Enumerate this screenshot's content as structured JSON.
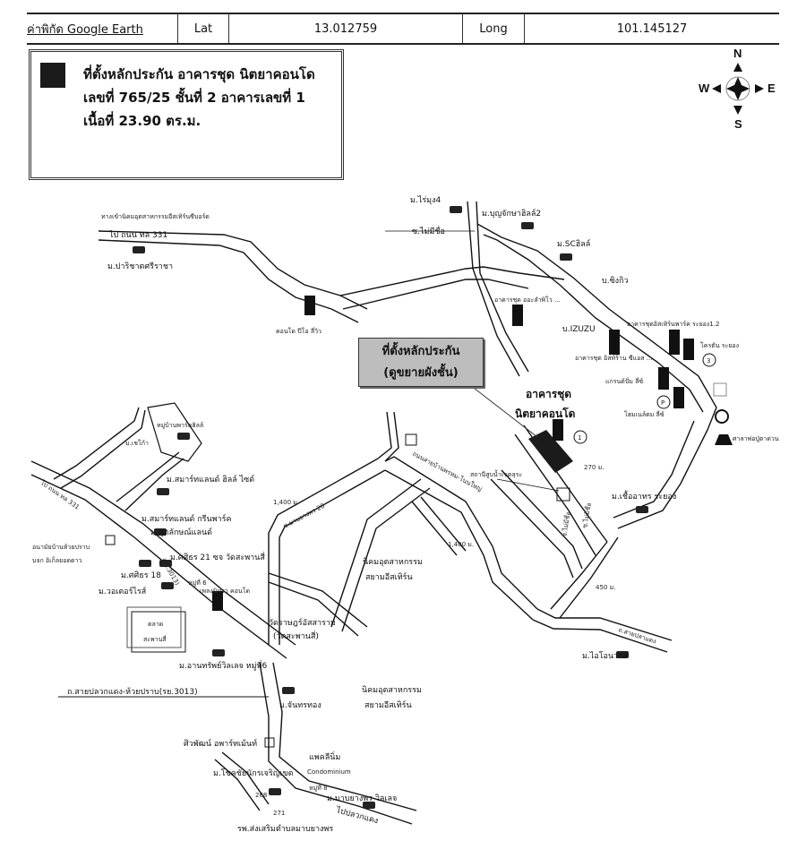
{
  "header": {
    "title": "ค่าพิกัด Google Earth",
    "lat_label": "Lat",
    "lat_value": "13.012759",
    "long_label": "Long",
    "long_value": "101.145127"
  },
  "legend": {
    "line1": "ที่ตั้งหลักประกัน อาคารชุด นิตยาคอนโด",
    "line2": "เลขที่ 765/25 ชั้นที่ 2 อาคารเลขที่ 1",
    "line3": "เนื้อที่ 23.90 ตร.ม.",
    "swatch_color": "#1b1b1b"
  },
  "compass": {
    "n": "N",
    "s": "S",
    "e": "E",
    "w": "W"
  },
  "callout": {
    "line1": "ที่ตั้งหลักประกัน",
    "line2": "(ดูขยายผังชั้น)"
  },
  "labels": {
    "road_top_left_dir": "ทางเข้านิคมอุตสาหกรรมอีสเทิร์นซีบอร์ด",
    "road_331_top": "ไป ถนน ทล 331",
    "m_parichat": "ม.ปาริชาตศรีราชา",
    "condo_pio": "คอนโด ปีโอ ลี่วิว",
    "m_raimuang": "ม.ไร่มุง4",
    "soi_maimichue": "ซ.ไม่มีชื่อ",
    "m_boonjarern": "ม.บุญจักษาฮิลล์2",
    "m_schill": "ม.SCฮิลล์",
    "b_singkiw": "บ.ซิงกิว",
    "condo_a": "อาคารชุด ออะลำพิโว ...",
    "m_isuzu": "บ.IZUZU",
    "condo_b": "อาคารชุดอิสเทิร์นพาร์ค ระยอง1.2",
    "condo_c": "อาคารชุด อิสท์ร้าน ซีแอส ...",
    "korat": "โครตัน ระยอง",
    "grand": "แกรนด์ปั่ม ลี่ซ์",
    "home": "โฮมเนล์ตม ลี่ซ์",
    "nittaya_1": "อาคารชุด",
    "nittaya_2": "นิตยาคอนโด",
    "temple_e": "ศาลาพ่อปู่ตาด่วน",
    "m_suriya": "ม.เชื้ออาทร ระยอง",
    "pump": "สถานีสูบน้ำเขตลุระ",
    "soi_a": "ซ.ไม่มีชื่อ",
    "soi_b": "ซ.ไม่มีชื่อ",
    "dist_270": "270 ม.",
    "dist_450": "450 ม.",
    "dist_1400a": "1,400 ม.",
    "dist_1400b": "1,400 ม.",
    "m_tiolive": "ม.ไอโอนวาส",
    "road_bottom_right": "ถ.สายปลาแดง",
    "road_prachabong": "ถนนสายบ้านพรหม-โนนใหญ่",
    "soi_28": "ซ.มาบยางพร 28",
    "estate_1": "นิคมอุตสาหกรรม",
    "estate_1b": "สยามอีสเทิร์น",
    "estate_2": "นิคมอุตสาหกรรม",
    "estate_2b": "สยามอีสเทิร์น",
    "m_park": "หมู่บ้านพาร์คฮิลล์",
    "m_chekao": "ม.เชโก้า",
    "m_smartland1": "ม.สมาร์ทแลนด์ ฮิลล์ ไซด์",
    "m_smartland2": "ม.สมาร์ทแลนด์ กรีนพาร์ค",
    "m_sukkasem": "ม.ศุภลักษณ์แลนด์",
    "road_331_left": "ไป ถนน ทล 331",
    "hospital_1": "อนามัยบ้านห้วยปราบ",
    "hospital_2": "บจก อิเก็ลยอดดาว",
    "m_kunlaya21": "ม.ศศิธร 21 ซจ วัดสะพานสี่",
    "m_kunlaya18": "ม.ศศิธร 18",
    "moo6": "หมู่ที่ 6",
    "m_waterside": "ม.วอเตอร์ไรส์",
    "rw3013": "(รย.3013)",
    "church": "เพลงนิทรา คอนโด",
    "market_1": "ตลาด",
    "market_2": "สะพานสี่",
    "temple_1": "วัดราษฎร์อัสสาราม",
    "temple_2": "(วัดสะพานสี่)",
    "m_arunsap": "ม.อานทรัพย์วิลเลจ หมู่ที่6",
    "road_3013": "ถ.สายปลวกแดง-ห้วยปราบ(รย.3013)",
    "m_chantong": "ม.จันทรทอง",
    "apartment": "ศิวพัฒน์ อพาร์ทเม้นท์",
    "condo_dn_1": "แพคลีนิ่ม",
    "condo_dn_2": "Condominium",
    "m_phuket": "ม.โชคชัยนักรเจริญเขต",
    "moo8": "หมู่ที่ 8",
    "m_mabyang": "ม.มาบยางพร วิลเลจ",
    "road_pluak": "ไปปลวกแดง",
    "school": "รพ.ส่งเสริมตำบลมาบยางพร",
    "num_288": "288",
    "num_271": "271"
  },
  "markers": {
    "circle_1": "1",
    "circle_3": "3",
    "circle_p": "P"
  }
}
